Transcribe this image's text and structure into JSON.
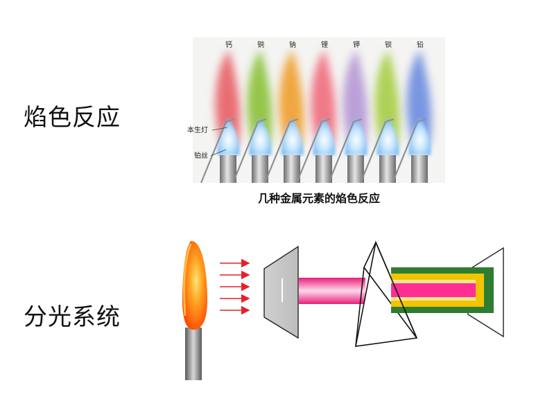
{
  "slide": {
    "flame_test_label": "焰色反应",
    "spectroscope_label": "分光系统"
  },
  "flame_figure": {
    "caption": "几种金属元素的焰色反应",
    "burner_label": "本生灯",
    "wire_label": "铂丝",
    "elements": [
      {
        "name": "钙",
        "color": "#e8636b"
      },
      {
        "name": "铜",
        "color": "#8fc23c"
      },
      {
        "name": "钠",
        "color": "#f0a030"
      },
      {
        "name": "锂",
        "color": "#f06f80"
      },
      {
        "name": "钾",
        "color": "#b79ad6"
      },
      {
        "name": "钡",
        "color": "#a9cf4a"
      },
      {
        "name": "铅",
        "color": "#6f8fe0"
      }
    ]
  },
  "colors": {
    "band_outer": "#2e7d32",
    "band_middle": "#f2c400",
    "band_inner": "#ff2e93",
    "arrow": "#e5202a",
    "flame_core": "#ff6a00"
  }
}
